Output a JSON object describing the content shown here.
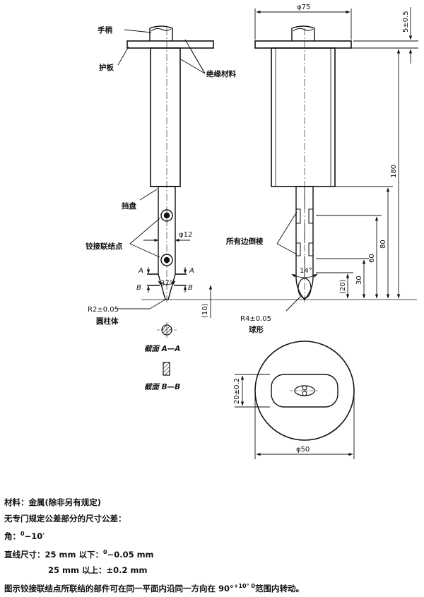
{
  "labels": {
    "handle": "手柄",
    "guard_plate": "护板",
    "insulating_material": "绝缘材料",
    "stop_face": "挡盘",
    "joints": "铰接联结点",
    "all_edges_chamfered": "所有边倒棱",
    "cylindrical": "圆柱体",
    "spherical": "球形",
    "section_aa": "截面 A—A",
    "section_bb": "截面 B—B",
    "section_letter_a": "A",
    "section_letter_b": "B"
  },
  "dimensions": {
    "plate_width": "φ75",
    "plate_thickness": "5±0.5",
    "total_length": "180",
    "length_80": "80",
    "length_60": "60",
    "length_30": "30",
    "length_20": "(20)",
    "length_10": "(10)",
    "finger_dia": "φ12",
    "tip_angle": "37°",
    "chamfer_angle": "14°",
    "tip_radius": "R2±0.05",
    "ball_radius": "R4±0.05",
    "base_dia": "φ50",
    "slot_width": "20±0.2"
  },
  "notes": {
    "material": "材料：金属(除非另有规定)",
    "tolerance_intro": "无专门规定公差部分的尺寸公差：",
    "angle_prefix": "角：",
    "angle_value": "−10′",
    "angle_sup": "0",
    "linear_prefix": "直线尺寸：",
    "linear_below": "25 mm 以下：",
    "linear_below_value": "−0.05 mm",
    "linear_below_sup": "0",
    "linear_above": "25 mm 以上：±0.2 mm",
    "rotation_prefix": "图示铰接联结点所联结的部件可在同一平面内沿同一方向在 90°",
    "rotation_sup": "+10° 0",
    "rotation_suffix": "范围内转动。"
  }
}
